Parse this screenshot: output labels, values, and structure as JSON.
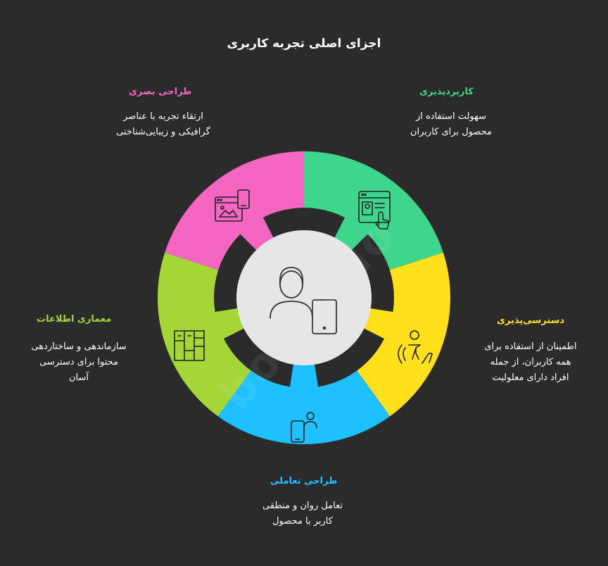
{
  "title": "اجزای اصلی تجربه کاربری",
  "watermark": "bolboolo",
  "colors": {
    "background": "#2b2b2b",
    "usability": "#3dd68c",
    "accessibility": "#ffe01a",
    "interaction": "#1ec0ff",
    "information_architecture": "#a4d637",
    "visual": "#f466c1",
    "center": "#e6e6e6"
  },
  "components": [
    {
      "key": "usability",
      "heading": "کاربردپذیری",
      "description": "سهولت استفاده از\nمحصول برای کاربران",
      "icon": "web-user-touch-icon"
    },
    {
      "key": "accessibility",
      "heading": "دسترسی‌پذیری",
      "description": "اطمینان از استفاده برای\nهمه کاربران، از جمله\nافراد دارای معلولیت",
      "icon": "accessibility-hand-icon"
    },
    {
      "key": "interaction",
      "heading": "طراحی تعاملی",
      "description": "تعامل روان و منطقی\nکاربر با محصول",
      "icon": "user-phone-icon"
    },
    {
      "key": "information_architecture",
      "heading": "معماری اطلاعات",
      "description": "سازماندهی و ساختاردهی\nمحتوا برای دسترسی\nآسان",
      "icon": "structure-grid-icon"
    },
    {
      "key": "visual",
      "heading": "طراحی بصری",
      "description": "ارتقاء تجربه با عناصر\nگرافیکی و زیبایی‌شناختی",
      "icon": "visual-browser-icon"
    }
  ],
  "center_icon": "user-with-device-icon"
}
